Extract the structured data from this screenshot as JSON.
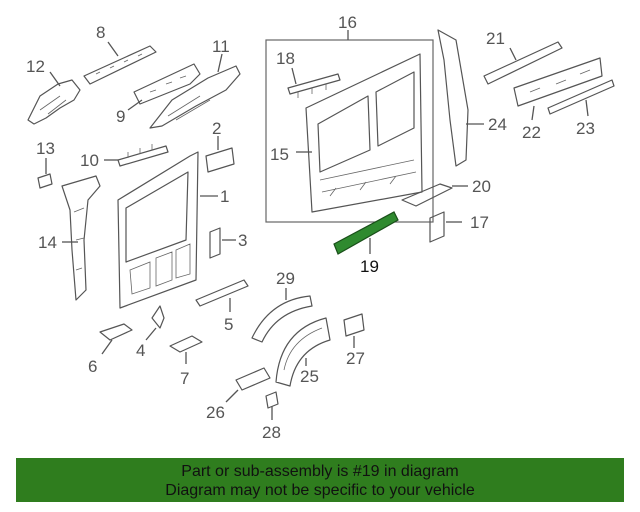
{
  "callouts": {
    "c1": "1",
    "c2": "2",
    "c3": "3",
    "c4": "4",
    "c5": "5",
    "c6": "6",
    "c7": "7",
    "c8": "8",
    "c9": "9",
    "c10": "10",
    "c11": "11",
    "c12": "12",
    "c13": "13",
    "c14": "14",
    "c15": "15",
    "c16": "16",
    "c17": "17",
    "c18": "18",
    "c19": "19",
    "c20": "20",
    "c21": "21",
    "c22": "22",
    "c23": "23",
    "c24": "24",
    "c25": "25",
    "c26": "26",
    "c27": "27",
    "c28": "28",
    "c29": "29"
  },
  "highlighted_part": "19",
  "colors": {
    "highlight": "#2f8a2f",
    "banner": "#2f7d1e",
    "line": "#555555"
  },
  "banner": {
    "line1": "Part or sub-assembly is #19 in diagram",
    "line2": "Diagram may not be specific to your vehicle"
  }
}
